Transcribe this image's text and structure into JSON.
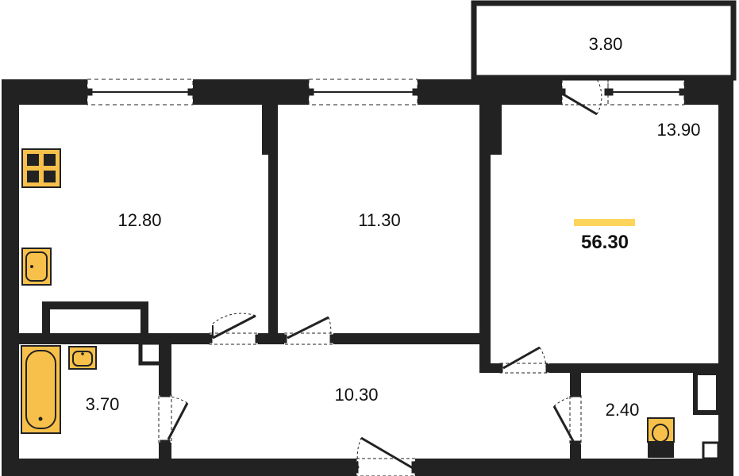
{
  "plan": {
    "total_area": "56.30",
    "colors": {
      "wall": "#222222",
      "fixture": "#F7C04A",
      "accent": "#FFD45A"
    },
    "rooms": {
      "kitchen": "12.80",
      "bedroom": "11.30",
      "living_room": "13.90",
      "balcony": "3.80",
      "bathroom": "3.70",
      "hallway": "10.30",
      "toilet": "2.40"
    },
    "icons": [
      "stove-icon",
      "kitchen-sink-icon",
      "bathtub-icon",
      "bathroom-sink-icon",
      "toilet-icon"
    ]
  }
}
